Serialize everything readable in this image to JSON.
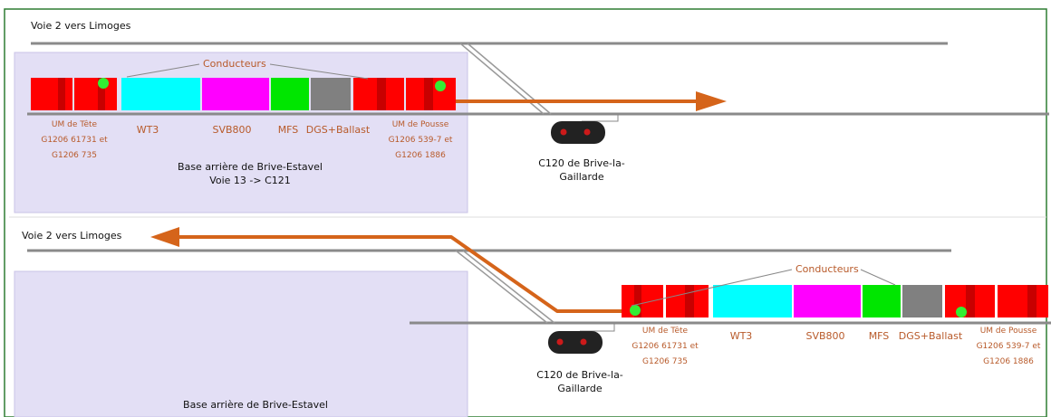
{
  "diagram": {
    "colors": {
      "frame": "#2e7d32",
      "base_zone": "#e3dff5",
      "track": "#8a8a8a",
      "arrow": "#d5641a",
      "loco_red": "#ff0000",
      "loco_dark": "#c80000",
      "wt3": "#00ffff",
      "svb800": "#ff00ff",
      "mfs": "#00e600",
      "dgs": "#808080",
      "driver_dot": "#33ee33",
      "label_brown": "#b85a2a",
      "signal": "#222222",
      "signal_light": "#cc1a1a"
    },
    "top": {
      "track_label": "Voie 2 vers Limoges",
      "base_label_line1": "Base arrière de Brive-Estavel",
      "base_label_line2": "Voie 13 -> C121",
      "conducteurs": "Conducteurs",
      "wagons": {
        "wt3": "WT3",
        "svb800": "SVB800",
        "mfs": "MFS",
        "dgs": "DGS+Ballast"
      },
      "um_tete": [
        "UM de Tête",
        "G1206 61731 et",
        "G1206 735"
      ],
      "um_pousse": [
        "UM de Pousse",
        "G1206 539-7 et",
        "G1206 1886"
      ],
      "signal": [
        "C120 de Brive-la-",
        "Gaillarde"
      ]
    },
    "bottom": {
      "track_label": "Voie 2 vers Limoges",
      "base_label": "Base arrière de Brive-Estavel",
      "conducteurs": "Conducteurs",
      "wagons": {
        "wt3": "WT3",
        "svb800": "SVB800",
        "mfs": "MFS",
        "dgs": "DGS+Ballast"
      },
      "um_tete": [
        "UM de Tête",
        "G1206 61731 et",
        "G1206 735"
      ],
      "um_pousse": [
        "UM de Pousse",
        "G1206 539-7 et",
        "G1206 1886"
      ],
      "signal": [
        "C120 de Brive-la-",
        "Gaillarde"
      ]
    }
  }
}
